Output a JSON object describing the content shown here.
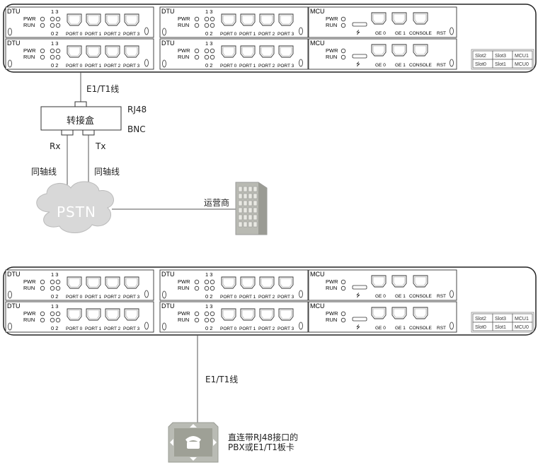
{
  "chassis_top": {
    "dtu_label": "DTU",
    "mcu_label": "MCU",
    "pwr": "PWR",
    "run": "RUN",
    "led_top": "1  3",
    "led_bot": "0  2",
    "ports": [
      "PORT 0",
      "PORT 1",
      "PORT 2",
      "PORT 3"
    ],
    "ge0": "GE 0",
    "ge1": "GE 1",
    "console": "CONSOLE",
    "rst": "RST"
  },
  "slot_map": {
    "row1": [
      "Slot2",
      "Slot3",
      "MCU1"
    ],
    "row2": [
      "Slot0",
      "Slot1",
      "MCU0"
    ]
  },
  "top_diagram": {
    "line_label": "E1/T1线",
    "converter": "转接盒",
    "rj48": "RJ48",
    "bnc": "BNC",
    "rx": "Rx",
    "tx": "Tx",
    "coax_left": "同轴线",
    "coax_right": "同轴线",
    "pstn": "PSTN",
    "carrier": "运营商"
  },
  "bottom_diagram": {
    "line_label": "E1/T1线",
    "pbx_line1": "直连带RJ48接口的",
    "pbx_line2": "PBX或E1/T1板卡"
  },
  "icons": {
    "building": "building-icon",
    "phone": "pbx-phone-icon",
    "cloud": "cloud-icon"
  }
}
